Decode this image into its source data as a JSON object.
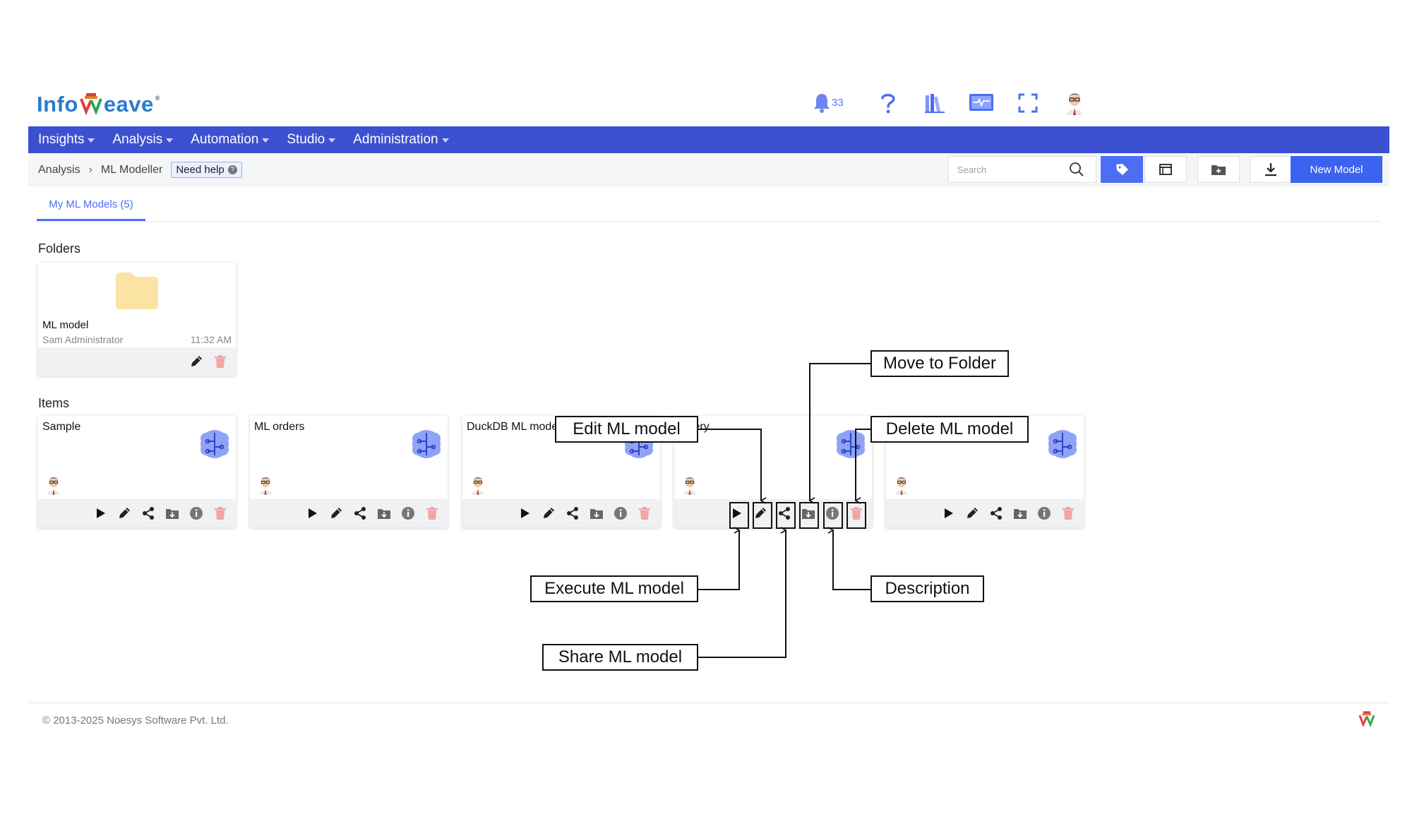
{
  "header": {
    "logo_text_left": "Info",
    "logo_text_right": "eave",
    "logo_reg": "®",
    "notification_count": "33"
  },
  "nav": {
    "items": [
      "Insights",
      "Analysis",
      "Automation",
      "Studio",
      "Administration"
    ]
  },
  "breadcrumb": {
    "items": [
      "Analysis",
      "ML Modeller"
    ],
    "need_help": "Need help"
  },
  "toolbar": {
    "search_placeholder": "Search",
    "new_model_label": "New Model"
  },
  "tabs": [
    {
      "label": "My ML Models (5)",
      "active": true
    }
  ],
  "sections": {
    "folders_title": "Folders",
    "items_title": "Items"
  },
  "folder": {
    "name": "ML model",
    "owner": "Sam Administrator",
    "time": "11:32 AM"
  },
  "items": [
    {
      "name": "Sample"
    },
    {
      "name": "ML orders"
    },
    {
      "name": "DuckDB ML model"
    },
    {
      "name": "Query"
    },
    {
      "name": ""
    }
  ],
  "annotations": {
    "move_to_folder": "Move to Folder",
    "edit": "Edit ML model",
    "delete": "Delete ML model",
    "execute": "Execute ML model",
    "description": "Description",
    "share": "Share ML model"
  },
  "footer": {
    "copyright": "© 2013-2025 Noesys Software Pvt. Ltd."
  },
  "colors": {
    "nav_bg": "#3c50d2",
    "accent": "#4c6ef5",
    "delete_icon": "#f08a8a",
    "folder": "#fbe3a3"
  }
}
